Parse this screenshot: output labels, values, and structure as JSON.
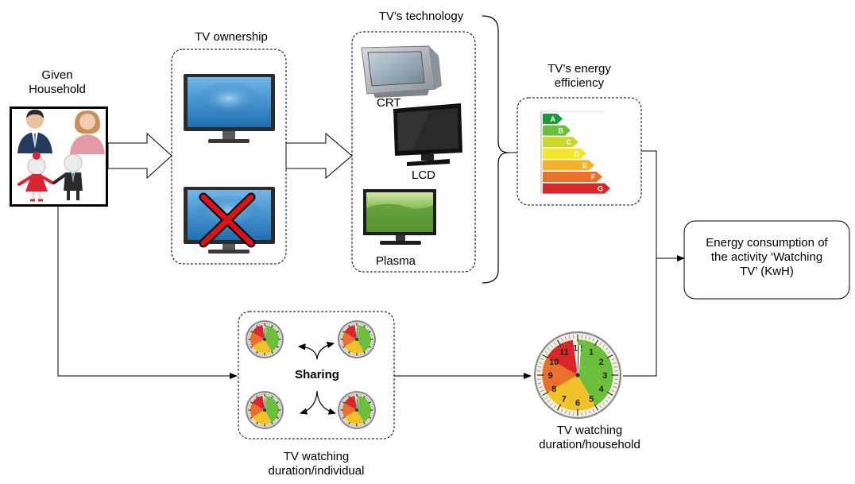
{
  "household": {
    "title_line1": "Given",
    "title_line2": "Household"
  },
  "ownership": {
    "title": "TV ownership"
  },
  "technology": {
    "title": "TV’s technology",
    "types": [
      "CRT",
      "LCD",
      "Plasma"
    ]
  },
  "efficiency": {
    "title_line1": "TV’s energy",
    "title_line2": "efficiency",
    "classes": [
      "A",
      "B",
      "C",
      "D",
      "E",
      "F",
      "G"
    ]
  },
  "result": {
    "line1": "Energy consumption of",
    "line2": "the activity ‘Watching",
    "line3": "TV’  (KwH)"
  },
  "sharing": {
    "label": "Sharing"
  },
  "individual": {
    "line1": "TV watching",
    "line2": "duration/individual"
  },
  "household_duration": {
    "line1": "TV watching",
    "line2": "duration/household"
  },
  "clock_numbers": [
    "12",
    "1",
    "2",
    "3",
    "4",
    "5",
    "6",
    "7",
    "8",
    "9",
    "10",
    "11"
  ],
  "colors": {
    "efficiency_scale": [
      "#1b9a3a",
      "#6cbf3a",
      "#c8d92b",
      "#f3e52a",
      "#f2b12a",
      "#e8702a",
      "#d8262a"
    ],
    "cross": "#e0101a",
    "screen": "#2a82c8"
  }
}
